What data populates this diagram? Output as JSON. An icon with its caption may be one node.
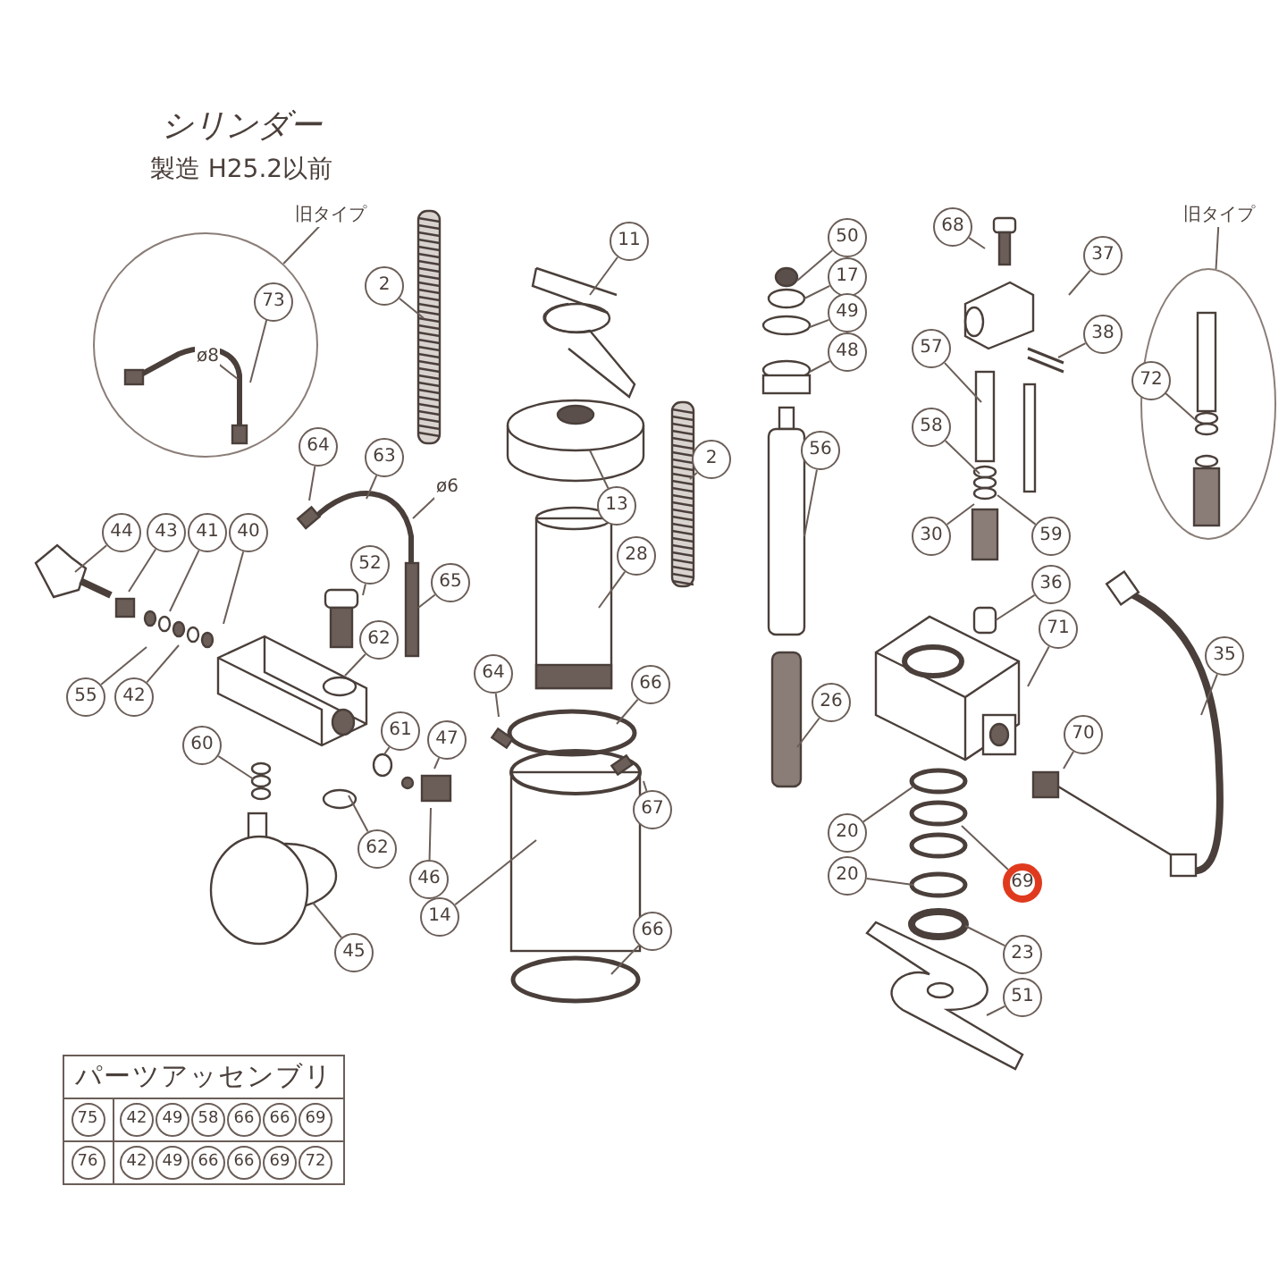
{
  "diagram": {
    "title": "シリンダー",
    "nodes": [
      {
        "text": [
          "旧タイプ"
        ]
      },
      {
        "text": [],
        "shape": "circle"
      },
      {
        "text": [
          "73"
        ],
        "in": 1
      },
      {
        "text": [
          "ø8"
        ],
        "in": 1
      },
      {
        "text": [
          "2"
        ]
      },
      {
        "text": [
          "11"
        ]
      },
      {
        "text": [
          "50"
        ]
      },
      {
        "text": [
          "17"
        ]
      },
      {
        "text": [
          "49"
        ]
      },
      {
        "text": [
          "48"
        ]
      },
      {
        "text": [
          "68"
        ]
      },
      {
        "text": [
          "37"
        ]
      },
      {
        "text": [
          "旧タイプ"
        ]
      },
      {
        "text": [],
        "shape": "ellipse"
      },
      {
        "text": [
          "72"
        ],
        "in": 13
      },
      {
        "text": [
          "38"
        ]
      },
      {
        "text": [
          "57"
        ]
      },
      {
        "text": [
          "2"
        ]
      },
      {
        "text": [
          "56"
        ]
      },
      {
        "text": [
          "58"
        ]
      },
      {
        "text": [
          "64"
        ]
      },
      {
        "text": [
          "63"
        ]
      },
      {
        "text": [
          "ø6"
        ]
      },
      {
        "text": [
          "13"
        ]
      },
      {
        "text": [
          "44"
        ]
      },
      {
        "text": [
          "43"
        ]
      },
      {
        "text": [
          "41"
        ]
      },
      {
        "text": [
          "40"
        ]
      },
      {
        "text": [
          "52"
        ]
      },
      {
        "text": [
          "65"
        ]
      },
      {
        "text": [
          "28"
        ]
      },
      {
        "text": [
          "30"
        ]
      },
      {
        "text": [
          "59"
        ]
      },
      {
        "text": [
          "36"
        ]
      },
      {
        "text": [
          "71"
        ]
      },
      {
        "text": [
          "35"
        ]
      },
      {
        "text": [
          "62"
        ]
      },
      {
        "text": [
          "55"
        ]
      },
      {
        "text": [
          "42"
        ]
      },
      {
        "text": [
          "61"
        ]
      },
      {
        "text": [
          "47"
        ]
      },
      {
        "text": [
          "64"
        ]
      },
      {
        "text": [
          "66"
        ]
      },
      {
        "text": [
          "26"
        ]
      },
      {
        "text": [
          "70"
        ]
      },
      {
        "text": [
          "60"
        ]
      },
      {
        "text": [
          "67"
        ]
      },
      {
        "text": [
          "20"
        ]
      },
      {
        "text": [
          "62"
        ]
      },
      {
        "text": [
          "46"
        ]
      },
      {
        "text": [
          "20"
        ]
      },
      {
        "text": [
          "69"
        ]
      },
      {
        "text": [
          "14"
        ]
      },
      {
        "text": [
          "66"
        ]
      },
      {
        "text": [
          "45"
        ]
      },
      {
        "text": [
          "23"
        ]
      },
      {
        "text": [
          "51"
        ]
      }
    ],
    "edges": [
      {
        "from": 0,
        "to": 1,
        "arrow": "none"
      },
      {
        "from": 12,
        "to": 13,
        "arrow": "none"
      },
      {
        "from": 2,
        "to": null,
        "arrow": "none"
      },
      {
        "from": 3,
        "to": null,
        "arrow": "none"
      },
      {
        "from": 4,
        "to": null,
        "arrow": "none"
      },
      {
        "from": 5,
        "to": null,
        "arrow": "none"
      },
      {
        "from": 6,
        "to": null,
        "arrow": "none"
      },
      {
        "from": 7,
        "to": null,
        "arrow": "none"
      },
      {
        "from": 8,
        "to": null,
        "arrow": "none"
      },
      {
        "from": 9,
        "to": null,
        "arrow": "none"
      },
      {
        "from": 10,
        "to": null,
        "arrow": "none"
      },
      {
        "from": 11,
        "to": null,
        "arrow": "none"
      },
      {
        "from": 14,
        "to": null,
        "arrow": "none"
      },
      {
        "from": 15,
        "to": null,
        "arrow": "none"
      },
      {
        "from": 16,
        "to": null,
        "arrow": "none"
      },
      {
        "from": 17,
        "to": null,
        "arrow": "none"
      },
      {
        "from": 18,
        "to": null,
        "arrow": "none"
      },
      {
        "from": 19,
        "to": null,
        "arrow": "none"
      },
      {
        "from": 20,
        "to": null,
        "arrow": "none"
      },
      {
        "from": 21,
        "to": null,
        "arrow": "none"
      },
      {
        "from": 22,
        "to": null,
        "arrow": "none"
      },
      {
        "from": 23,
        "to": null,
        "arrow": "none"
      },
      {
        "from": 24,
        "to": null,
        "arrow": "none"
      },
      {
        "from": 25,
        "to": null,
        "arrow": "none"
      },
      {
        "from": 26,
        "to": null,
        "arrow": "none"
      },
      {
        "from": 27,
        "to": null,
        "arrow": "none"
      },
      {
        "from": 28,
        "to": null,
        "arrow": "none"
      },
      {
        "from": 29,
        "to": null,
        "arrow": "none"
      },
      {
        "from": 30,
        "to": null,
        "arrow": "none"
      },
      {
        "from": 31,
        "to": null,
        "arrow": "none"
      },
      {
        "from": 32,
        "to": null,
        "arrow": "none"
      },
      {
        "from": 33,
        "to": null,
        "arrow": "none"
      },
      {
        "from": 34,
        "to": null,
        "arrow": "none"
      },
      {
        "from": 35,
        "to": null,
        "arrow": "none"
      },
      {
        "from": 36,
        "to": null,
        "arrow": "none"
      },
      {
        "from": 37,
        "to": null,
        "arrow": "none"
      },
      {
        "from": 38,
        "to": null,
        "arrow": "none"
      },
      {
        "from": 39,
        "to": null,
        "arrow": "none"
      },
      {
        "from": 40,
        "to": null,
        "arrow": "none"
      },
      {
        "from": 41,
        "to": null,
        "arrow": "none"
      },
      {
        "from": 42,
        "to": null,
        "arrow": "none"
      },
      {
        "from": 43,
        "to": null,
        "arrow": "none"
      },
      {
        "from": 44,
        "to": null,
        "arrow": "none"
      },
      {
        "from": 45,
        "to": null,
        "arrow": "none"
      },
      {
        "from": 46,
        "to": null,
        "arrow": "none"
      },
      {
        "from": 47,
        "to": null,
        "arrow": "none"
      },
      {
        "from": 48,
        "to": null,
        "arrow": "none"
      },
      {
        "from": 49,
        "to": null,
        "arrow": "none"
      },
      {
        "from": 50,
        "to": null,
        "arrow": "none"
      },
      {
        "from": 51,
        "to": null,
        "arrow": "none"
      },
      {
        "from": 52,
        "to": null,
        "arrow": "none"
      },
      {
        "from": 53,
        "to": null,
        "arrow": "none"
      },
      {
        "from": 54,
        "to": null,
        "arrow": "none"
      },
      {
        "from": 55,
        "to": null,
        "arrow": "none"
      },
      {
        "from": 56,
        "to": null,
        "arrow": "none"
      }
    ],
    "labels": [
      "製造 H25.2以前",
      "パーツアッセンブリ",
      "75",
      "42",
      "49",
      "58",
      "66",
      "66",
      "69",
      "76",
      "42",
      "49",
      "66",
      "66",
      "69",
      "72"
    ]
  }
}
